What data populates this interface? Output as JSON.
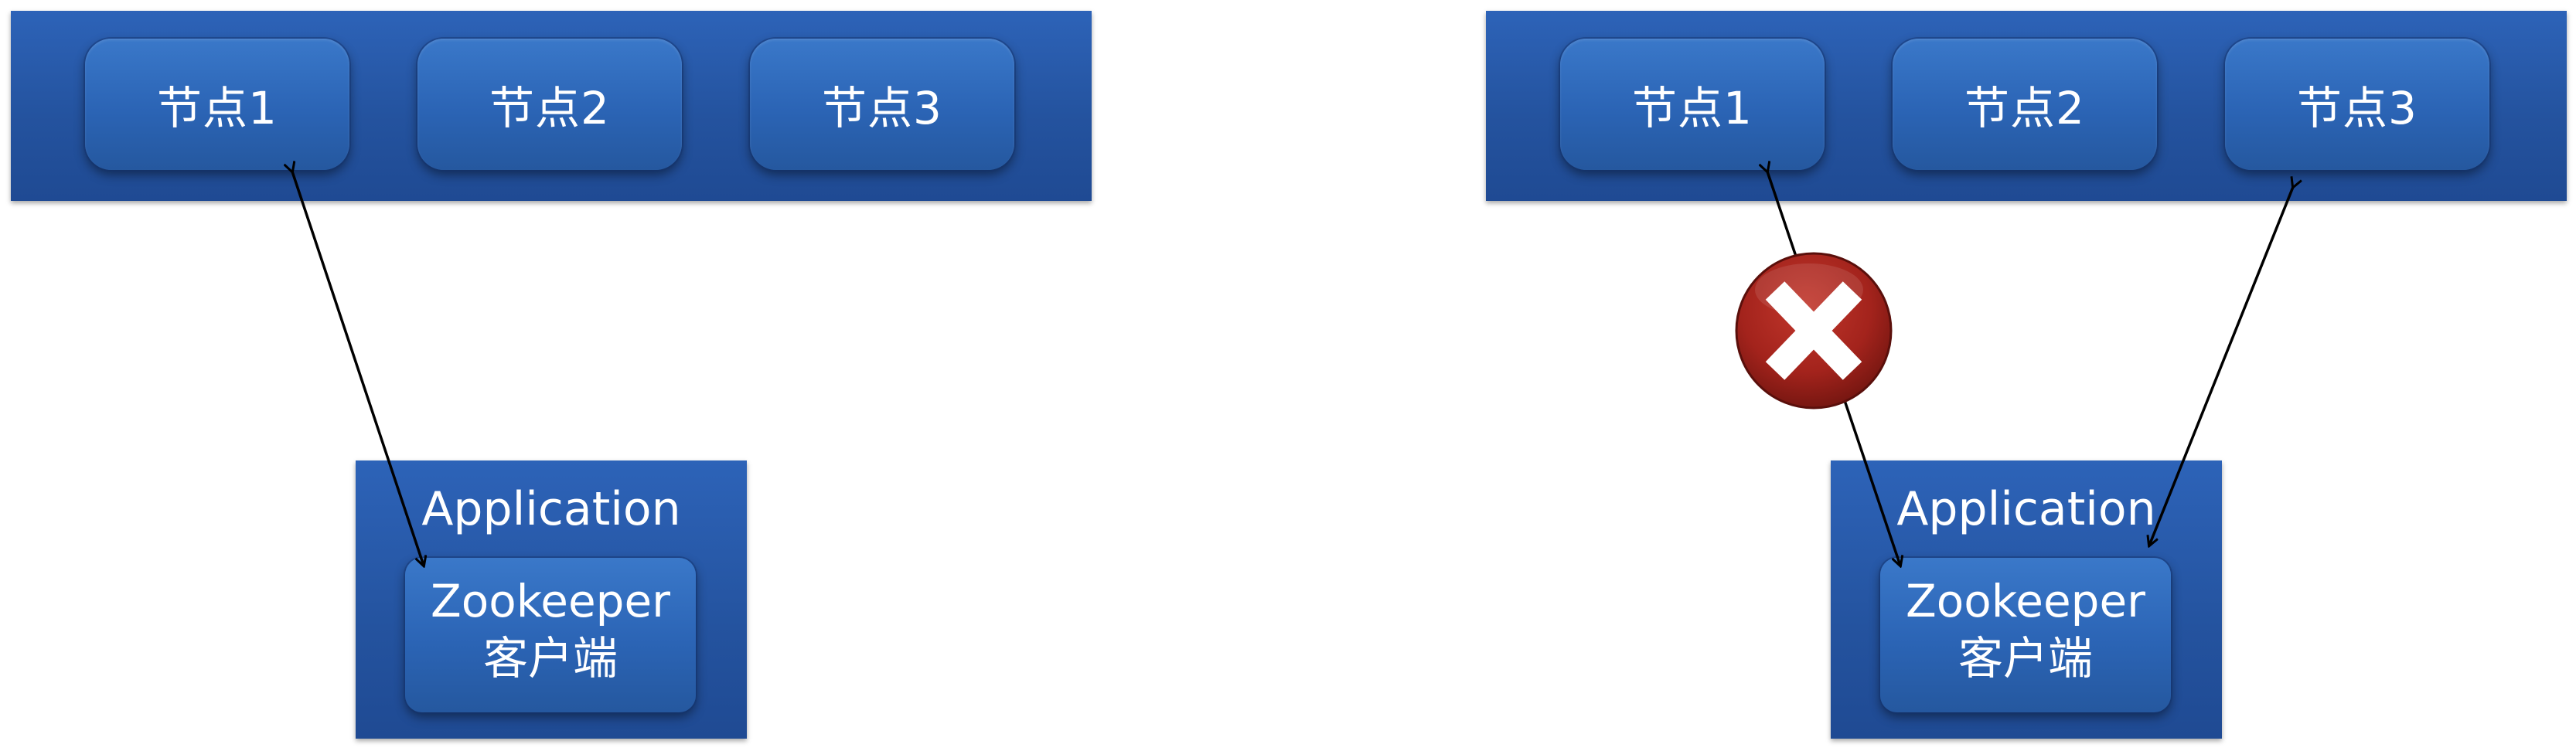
{
  "left": {
    "nodes": [
      "节点1",
      "节点2",
      "节点3"
    ],
    "application": {
      "title": "Application",
      "client_line1": "Zookeeper",
      "client_line2": "客户端"
    }
  },
  "right": {
    "nodes": [
      "节点1",
      "节点2",
      "节点3"
    ],
    "application": {
      "title": "Application",
      "client_line1": "Zookeeper",
      "client_line2": "客户端"
    }
  },
  "icons": {
    "failed_connection": "close-icon"
  },
  "colors": {
    "cluster_blue": "#24539f",
    "node_blue": "#2b64b5",
    "error_red": "#a3231c"
  }
}
